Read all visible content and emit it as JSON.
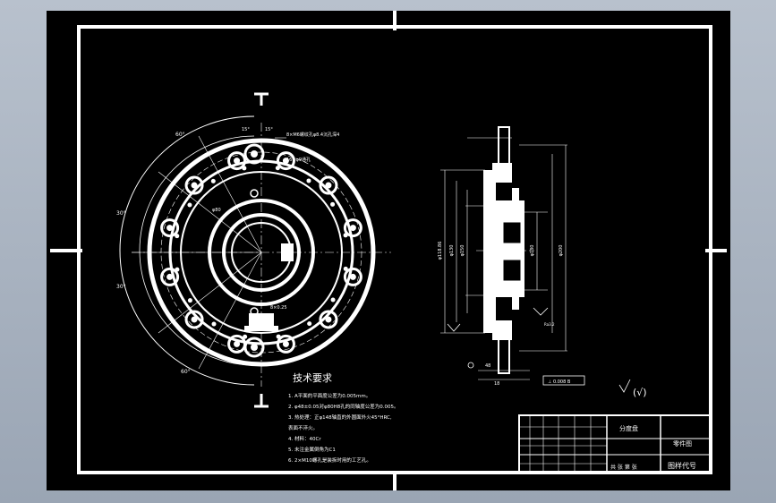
{
  "colors": {
    "background": "#a9b3c1",
    "sheet": "#000000",
    "lines": "#ffffff"
  },
  "front_view": {
    "angle_labels": [
      "60°",
      "30°",
      "30°",
      "60°",
      "15°",
      "15°"
    ],
    "note_top": "8×M6螺纹孔φ8.4沉孔深4",
    "note_top2": "16×φ9通孔",
    "dim_inner": "φ80",
    "keyway_label": "8×0.25"
  },
  "section_view": {
    "diameters": [
      "φ118.86",
      "φ130",
      "φ150",
      "φ180",
      "φ200"
    ],
    "surface_note": "Ra3.2",
    "bottom_dims": [
      "48",
      "18"
    ],
    "tolerance_frame": "⊥ 0.008 B"
  },
  "roughness_note": "(√)",
  "tech_req": {
    "title": "技术要求",
    "lines": [
      "1. A平面的平面度公差为0.005mm。",
      "2. φ48±0.05对φ80H8孔的同轴度公差为0.005。",
      "3. 热处理：正φ148轴直的外圆面外火45°HRC,",
      "   表面不淬火。",
      "4. 材料：40Cr",
      "5. 未注金属倒角为C1",
      "6. 2×M10螺孔是装拆时用的工艺孔。"
    ]
  },
  "title_block": {
    "part_name": "分度盘",
    "sheet_label": "零件图",
    "drawing_no": "图样代号",
    "footer": "共 张  第 张"
  }
}
